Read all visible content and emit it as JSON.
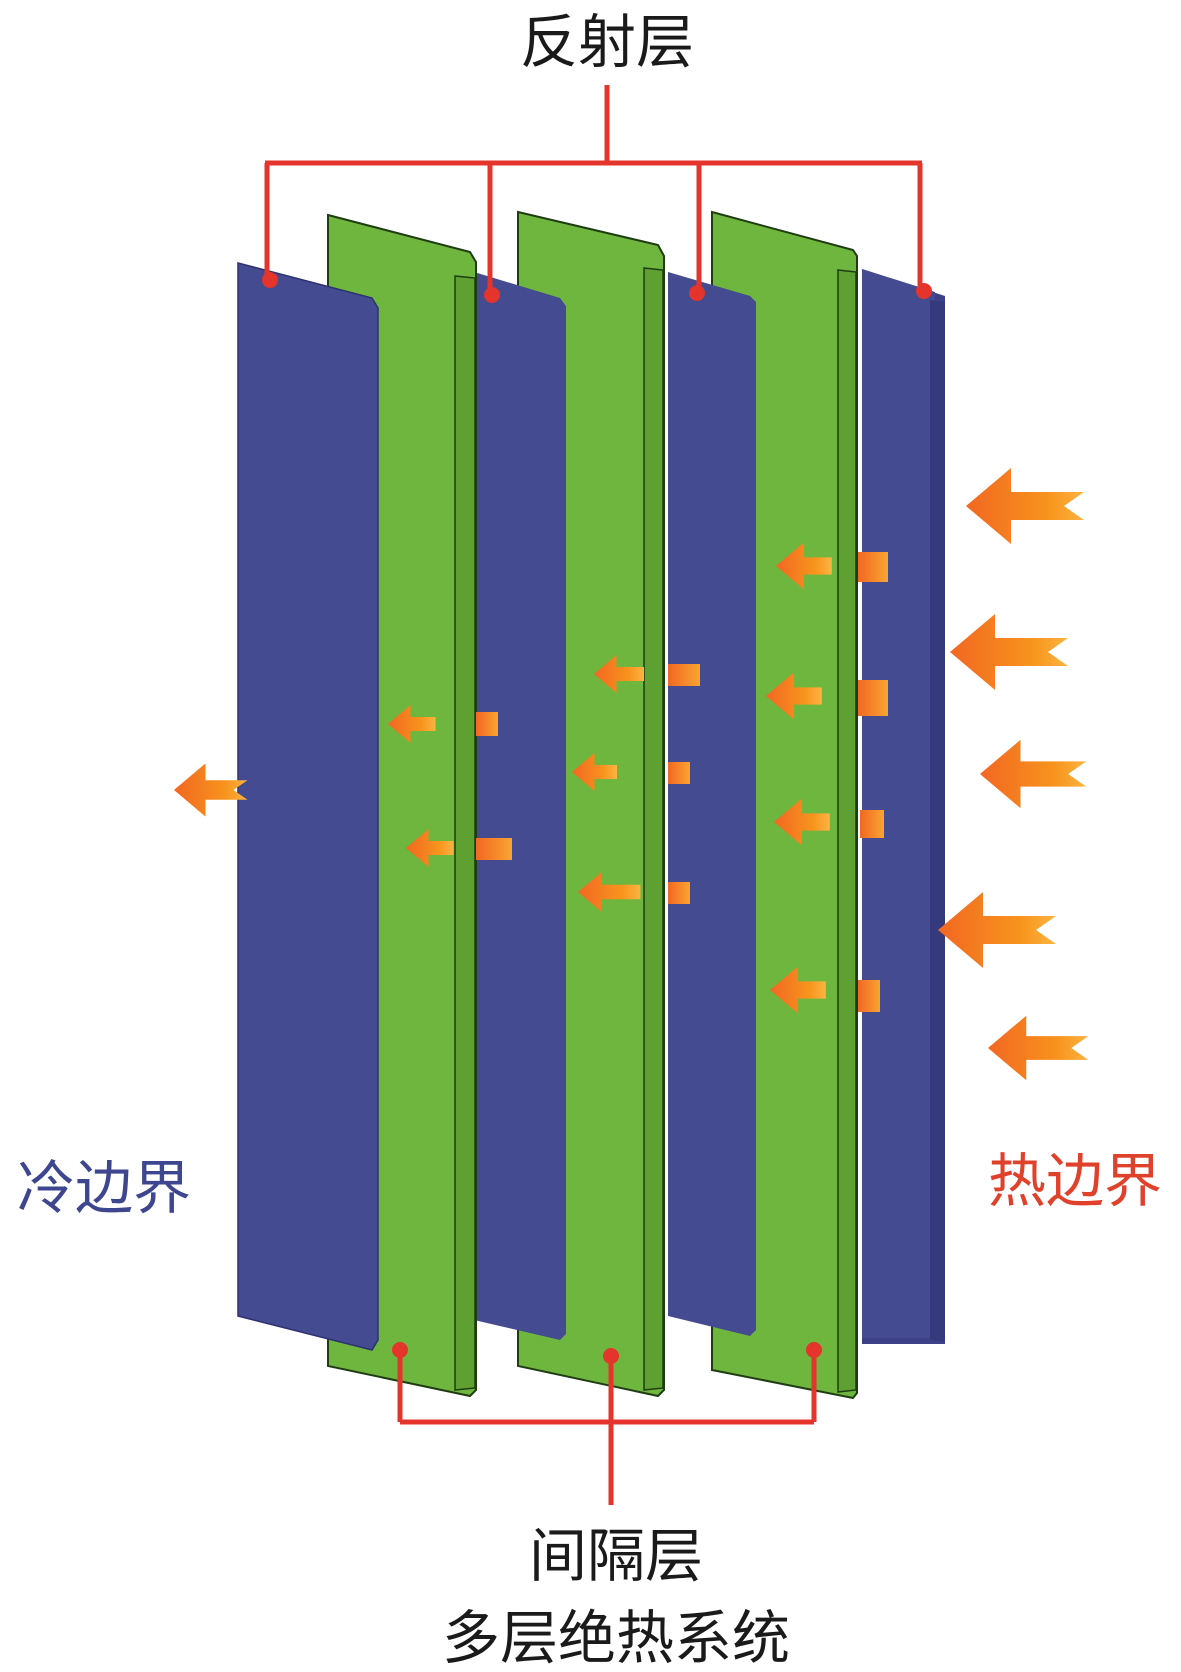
{
  "labels": {
    "reflective_layer": "反射层",
    "spacer_layer": "间隔层",
    "system_caption": "多层绝热系统",
    "cold_boundary": "冷边界",
    "hot_boundary": "热边界"
  },
  "colors": {
    "reflective_layer": "#454b90",
    "spacer_layer": "#6fb63e",
    "leader_line": "#e4342c",
    "heat_arrow": "#f47a20",
    "cold_text": "#3d468f",
    "hot_text": "#e0412b",
    "caption_text": "#1a1a1a"
  },
  "icons": {
    "heat_flow": "left-arrow-icon"
  }
}
